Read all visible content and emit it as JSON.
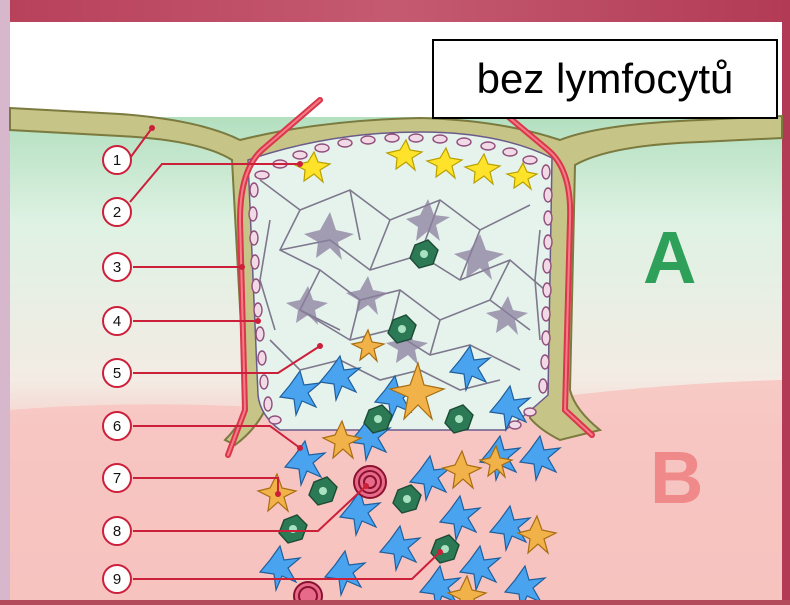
{
  "label_box": {
    "text": "bez lymfocytů"
  },
  "regions": [
    {
      "letter": "A",
      "color": "#2fa05a"
    },
    {
      "letter": "B",
      "color": "#f08a8a"
    }
  ],
  "markers": [
    "1",
    "2",
    "3",
    "4",
    "5",
    "6",
    "7",
    "8",
    "9"
  ],
  "colors": {
    "cortex_bg": "#cfe9d8",
    "medulla_bg": "#f7c9c6",
    "capsule": "#c9c58e",
    "vessel": "#e05a5a",
    "marker_ring": "#cc1f3a",
    "blue_cell": "#4aa3ef",
    "yellow_cell": "#ffe22a",
    "orange_cell": "#f2b24a",
    "green_cell": "#2c7a55"
  }
}
